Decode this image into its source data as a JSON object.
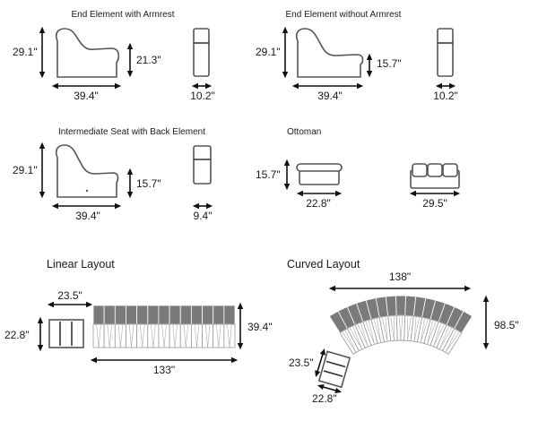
{
  "sections": {
    "end_with_armrest": {
      "title": "End Element with Armrest",
      "height": "29.1\"",
      "seat_height": "21.3\"",
      "width": "39.4\"",
      "depth": "10.2\""
    },
    "end_without_armrest": {
      "title": "End Element without Armrest",
      "height": "29.1\"",
      "seat_height": "15.7\"",
      "width": "39.4\"",
      "depth": "10.2\""
    },
    "intermediate": {
      "title": "Intermediate Seat with Back Element",
      "height": "29.1\"",
      "seat_height": "15.7\"",
      "width": "39.4\"",
      "depth": "9.4\""
    },
    "ottoman": {
      "title": "Ottoman",
      "height": "15.7\"",
      "width": "22.8\"",
      "top_width": "29.5\""
    },
    "linear_layout": {
      "title": "Linear Layout",
      "ottoman_width": "23.5\"",
      "ottoman_depth": "22.8\"",
      "sofa_depth": "39.4\"",
      "sofa_length": "133\"",
      "segments": 13
    },
    "curved_layout": {
      "title": "Curved Layout",
      "width": "138\"",
      "depth": "98.5\"",
      "ottoman_width": "23.5\"",
      "ottoman_depth": "22.8\"",
      "segments": 15
    }
  },
  "colors": {
    "cushion": "#7a7a7a",
    "outline": "#555555"
  }
}
